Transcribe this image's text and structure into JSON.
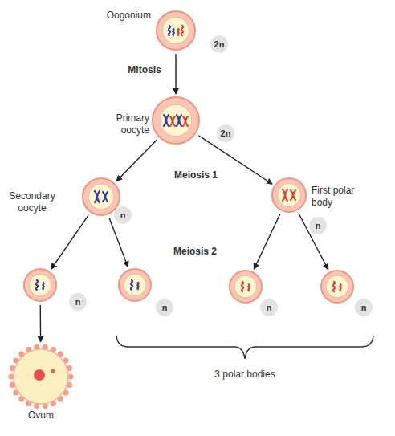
{
  "diagram": {
    "nodes": [
      {
        "text": [
          "Oogonium",
          "2n"
        ]
      },
      {
        "text": [
          "Primary oocyte",
          "2n"
        ]
      },
      {
        "text": [
          "Secondary oocyte",
          "n"
        ]
      },
      {
        "text": [
          "First polar body",
          "n"
        ]
      },
      {
        "text": [
          "n"
        ]
      },
      {
        "text": [
          "n"
        ]
      },
      {
        "text": [
          "n"
        ]
      },
      {
        "text": [
          "n"
        ]
      },
      {
        "text": [
          "Ovum"
        ]
      }
    ],
    "edges": [
      {
        "from": 0,
        "to": 1,
        "arrow": "to",
        "label": "Mitosis"
      },
      {
        "from": 1,
        "to": 2,
        "arrow": "to"
      },
      {
        "from": 1,
        "to": 3,
        "arrow": "to"
      },
      {
        "from": 2,
        "to": 4,
        "arrow": "to"
      },
      {
        "from": 2,
        "to": 5,
        "arrow": "to"
      },
      {
        "from": 3,
        "to": 6,
        "arrow": "to"
      },
      {
        "from": 3,
        "to": 7,
        "arrow": "to"
      },
      {
        "from": 4,
        "to": 8,
        "arrow": "to"
      }
    ],
    "labels": [
      "Meiosis 1",
      "Meiosis 2",
      "3 polar bodies"
    ]
  }
}
